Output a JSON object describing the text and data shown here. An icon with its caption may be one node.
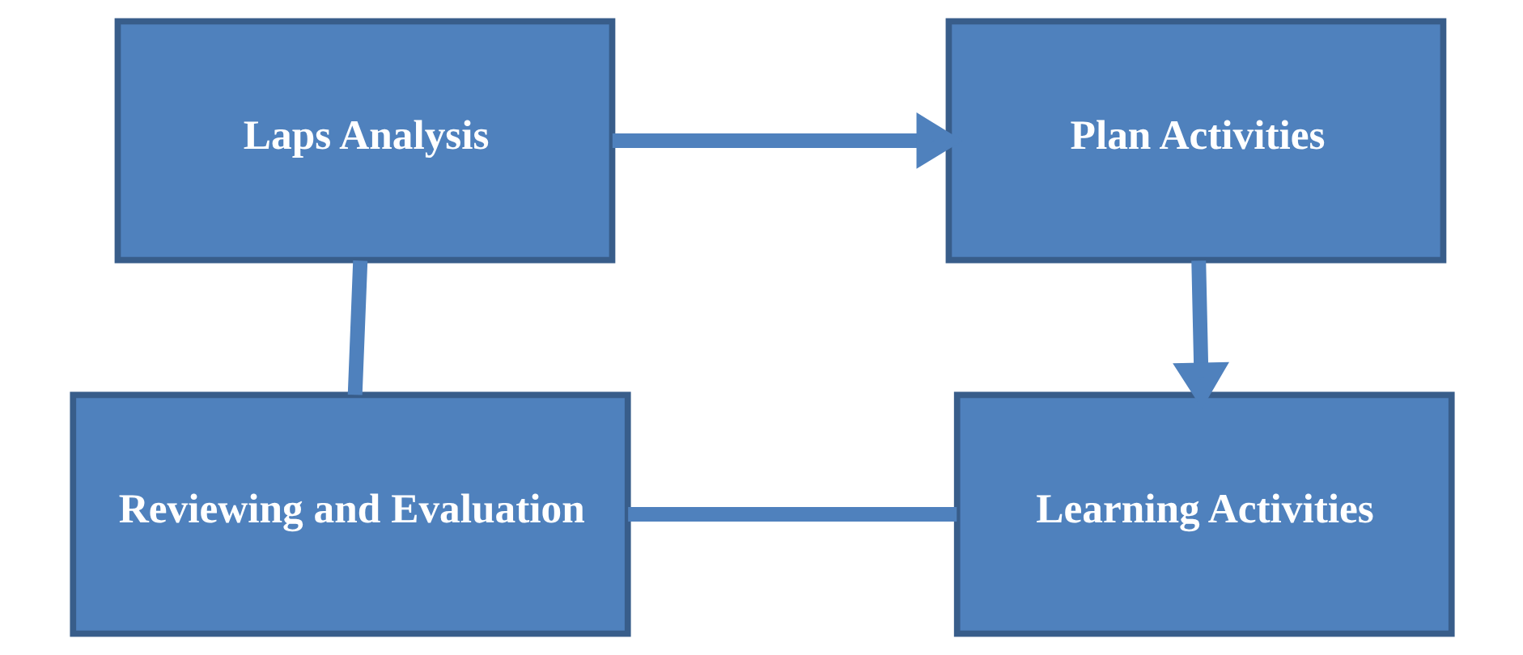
{
  "diagram": {
    "nodes": [
      {
        "text": [
          "Laps Analysis"
        ]
      },
      {
        "text": [
          "Plan Activities"
        ]
      },
      {
        "text": [
          "Reviewing and Evaluation"
        ]
      },
      {
        "text": [
          "Learning Activities"
        ]
      }
    ],
    "edges": [
      {
        "from": 0,
        "to": 1,
        "arrow": "to"
      },
      {
        "from": 1,
        "to": 3,
        "arrow": "to"
      },
      {
        "from": 2,
        "to": 3,
        "arrow": "none"
      },
      {
        "from": 0,
        "to": 2,
        "arrow": "none"
      }
    ]
  }
}
